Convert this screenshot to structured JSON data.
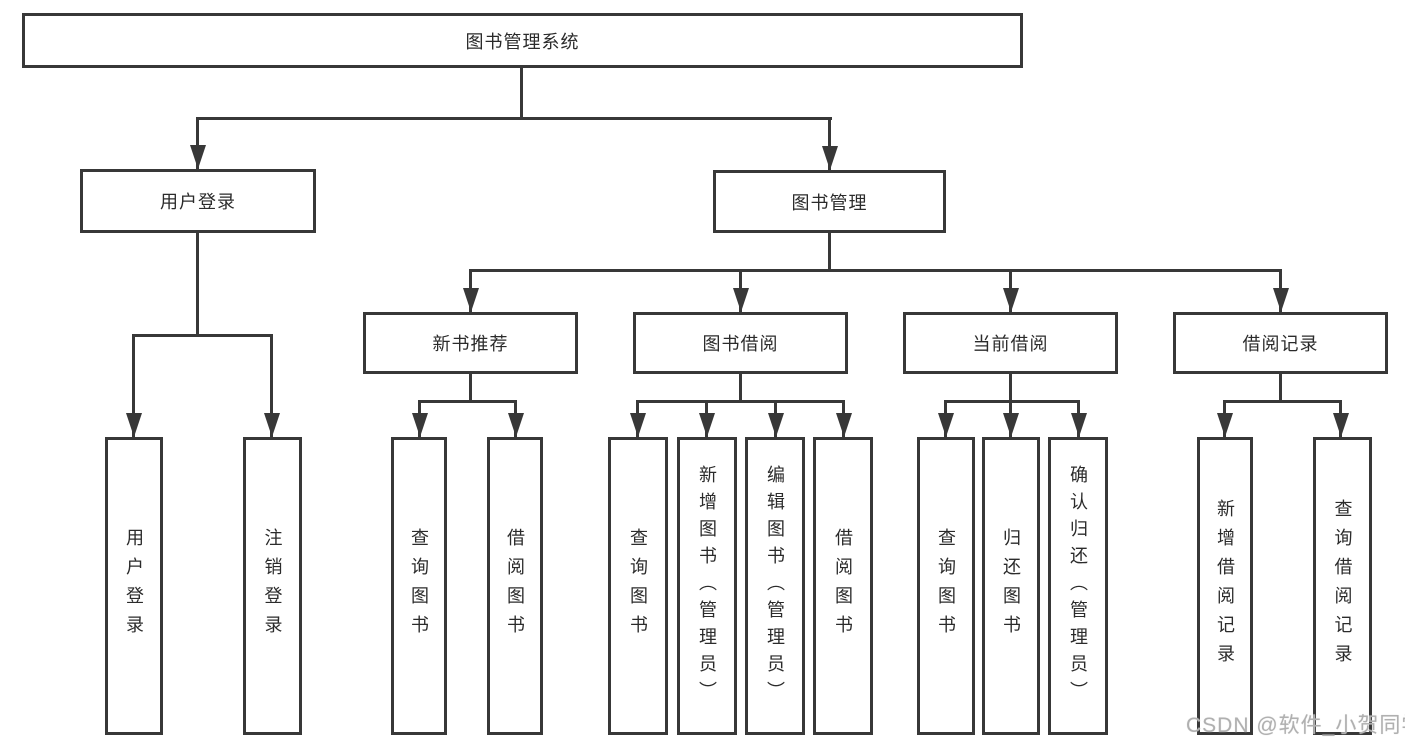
{
  "diagram": {
    "root": {
      "label": "图书管理系统"
    },
    "level2": {
      "user_login": {
        "label": "用户登录"
      },
      "book_management": {
        "label": "图书管理"
      }
    },
    "level3": {
      "new_book_recommend": {
        "label": "新书推荐"
      },
      "book_borrow": {
        "label": "图书借阅"
      },
      "current_borrow": {
        "label": "当前借阅"
      },
      "borrow_records": {
        "label": "借阅记录"
      }
    },
    "leaves": {
      "user_login": {
        "label": "用户登录"
      },
      "logout": {
        "label": "注销登录"
      },
      "query_books_1": {
        "label": "查询图书"
      },
      "borrow_books_1": {
        "label": "借阅图书"
      },
      "query_books_2": {
        "label": "查询图书"
      },
      "add_book_admin": {
        "label": "新增图书（管理员）"
      },
      "edit_book_admin": {
        "label": "编辑图书（管理员）"
      },
      "borrow_books_2": {
        "label": "借阅图书"
      },
      "query_books_3": {
        "label": "查询图书"
      },
      "return_books": {
        "label": "归还图书"
      },
      "confirm_return_admin": {
        "label": "确认归还（管理员）"
      },
      "add_borrow_record": {
        "label": "新增借阅记录"
      },
      "query_borrow_record": {
        "label": "查询借阅记录"
      }
    }
  },
  "watermark": "CSDN @软件_小贺同学",
  "colors": {
    "line": "#383838",
    "text": "#2b2b2b",
    "watermark": "#b0b0b0",
    "background": "#ffffff"
  }
}
